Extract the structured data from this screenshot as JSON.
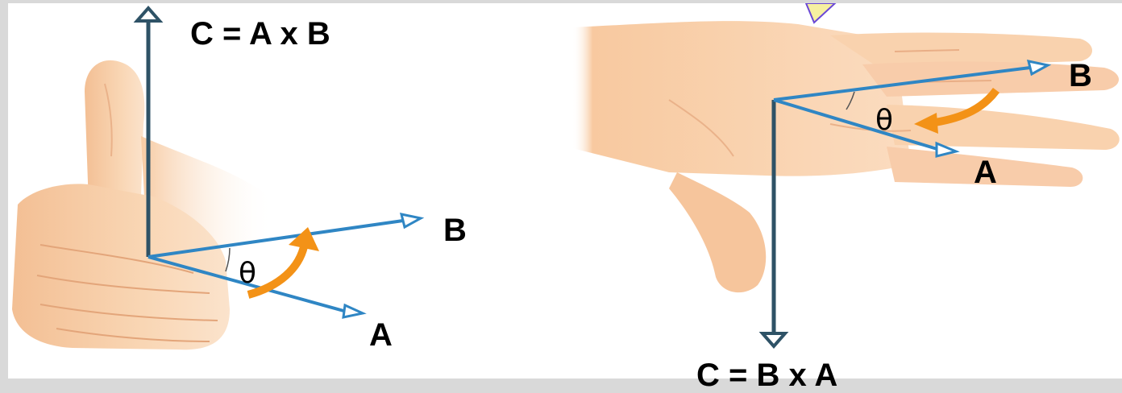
{
  "left_panel": {
    "formula": "C = A x B",
    "vector_b_label": "B",
    "vector_a_label": "A",
    "angle_label": "θ"
  },
  "right_panel": {
    "formula": "C = B x A",
    "vector_b_label": "B",
    "vector_a_label": "A",
    "angle_label": "θ"
  },
  "colors": {
    "skin": "#f8cfa8",
    "skin_shadow": "#eeb488",
    "skin_line": "#d99a70",
    "vector_c": "#2e5266",
    "vector_ab": "#2f86c4",
    "rotation_arrow": "#f39217",
    "callout_border": "#6a48d6",
    "callout_fill": "#f6f0a0"
  }
}
